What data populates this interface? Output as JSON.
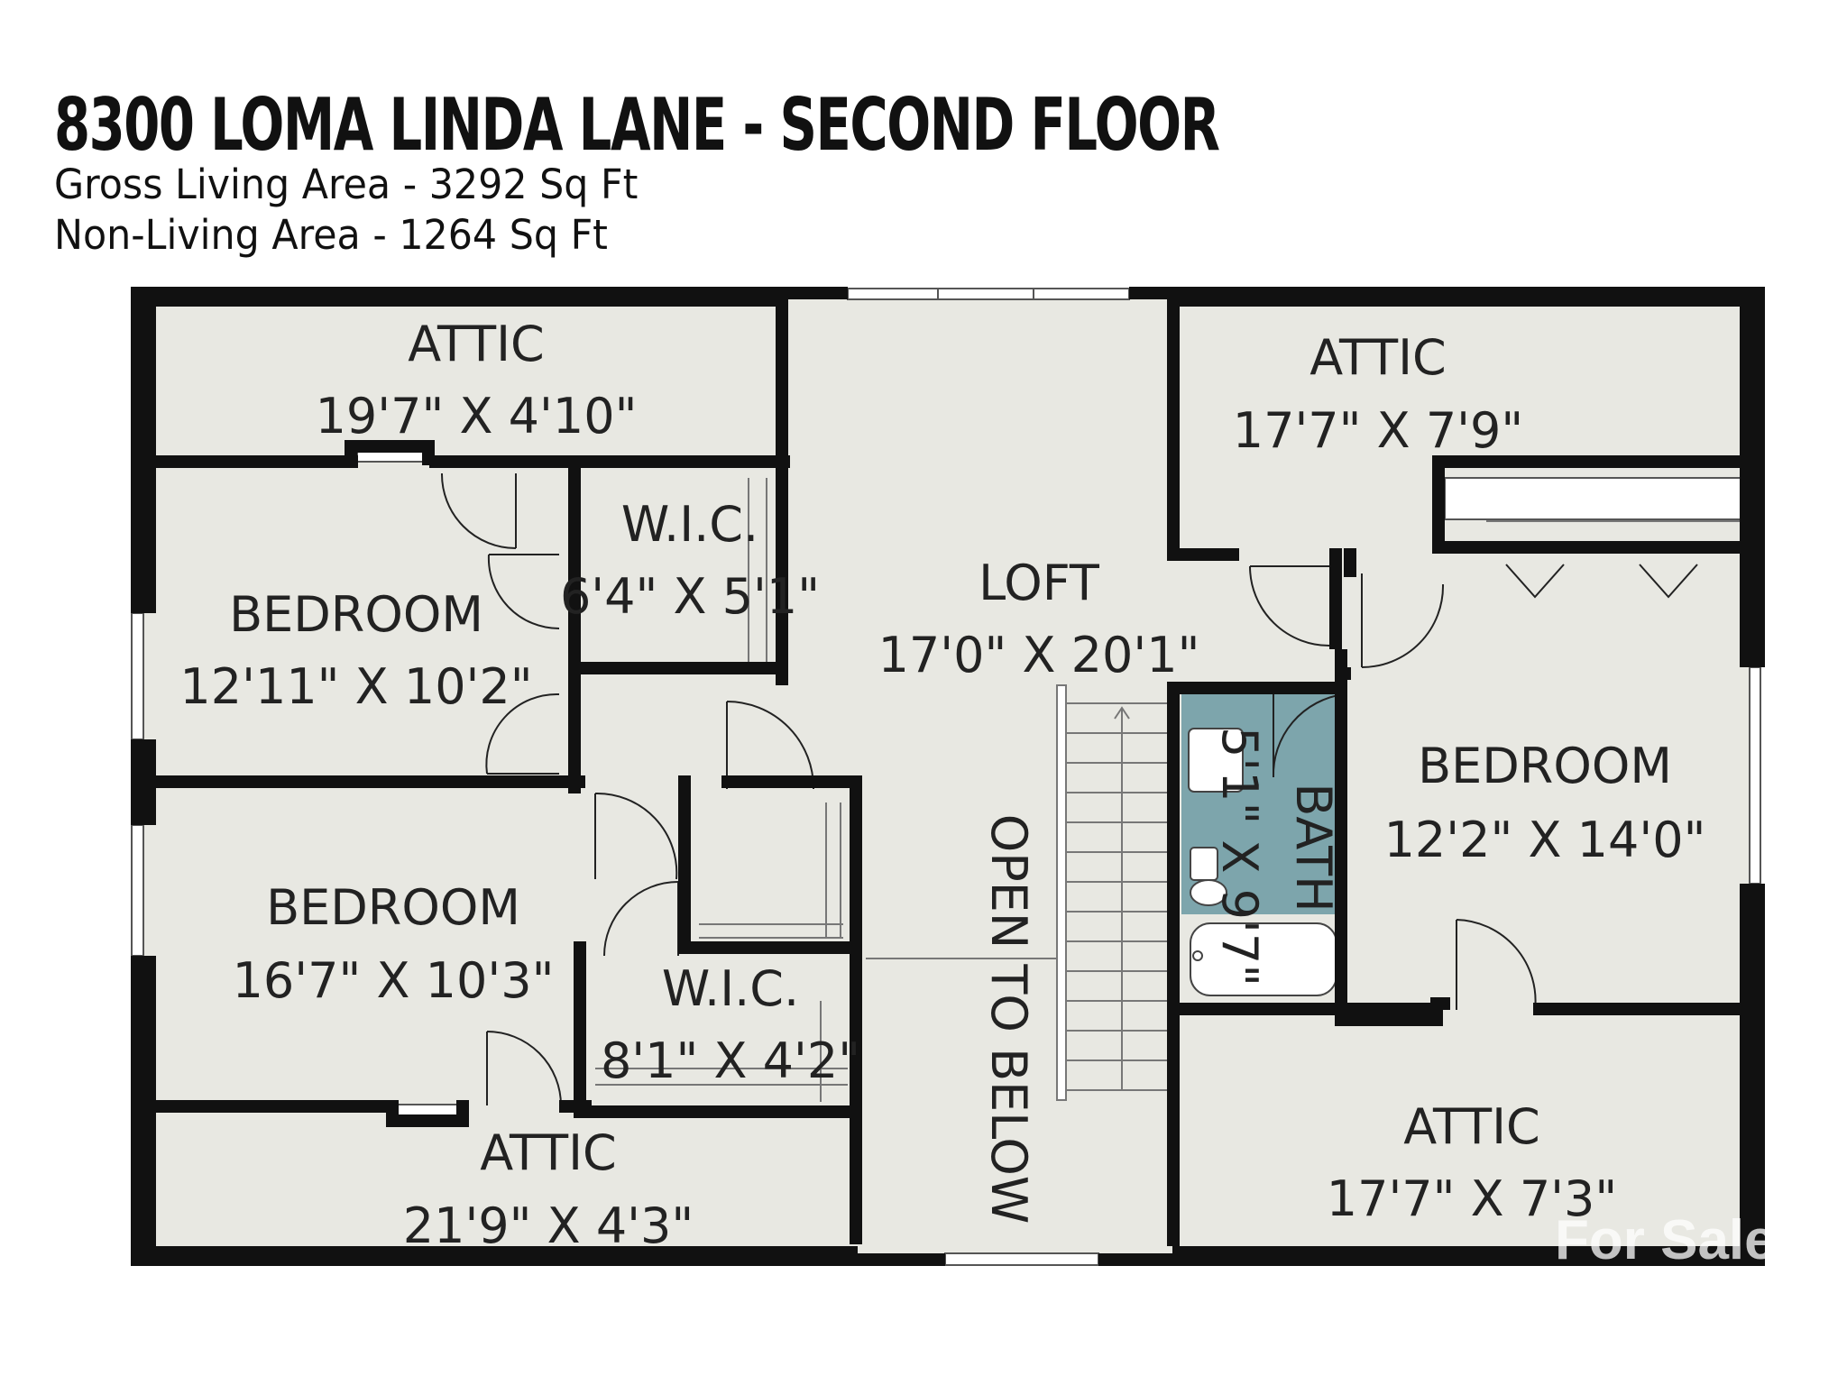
{
  "header": {
    "title": "8300 LOMA LINDA LANE - SECOND FLOOR",
    "gross_living_area": "Gross Living Area - 3292 Sq Ft",
    "non_living_area": "Non-Living Area - 1264 Sq Ft"
  },
  "rooms": {
    "attic_nw": {
      "name": "ATTIC",
      "size": "19'7\" X 4'10\""
    },
    "attic_ne": {
      "name": "ATTIC",
      "size": "17'7\" X 7'9\""
    },
    "wic_1": {
      "name": "W.I.C.",
      "size": "6'4\" X 5'1\""
    },
    "bedroom_1": {
      "name": "BEDROOM",
      "size": "12'11\" X 10'2\""
    },
    "loft": {
      "name": "LOFT",
      "size": "17'0\" X 20'1\""
    },
    "bedroom_2": {
      "name": "BEDROOM",
      "size": "16'7\" X 10'3\""
    },
    "wic_2": {
      "name": "W.I.C.",
      "size": "8'1\" X 4'2\""
    },
    "attic_sw": {
      "name": "ATTIC",
      "size": "21'9\" X 4'3\""
    },
    "bedroom_3": {
      "name": "BEDROOM",
      "size": "12'2\" X 14'0\""
    },
    "bath": {
      "name": "BATH",
      "size": "5'1\" X 9'7\""
    },
    "attic_se": {
      "name": "ATTIC",
      "size": "17'7\" X 7'3\""
    },
    "open_to_below": "OPEN TO BELOW"
  },
  "watermark": "For Sale",
  "colors": {
    "floor": "#e8e8e2",
    "bath": "#7da5ac",
    "wall": "#111111"
  }
}
